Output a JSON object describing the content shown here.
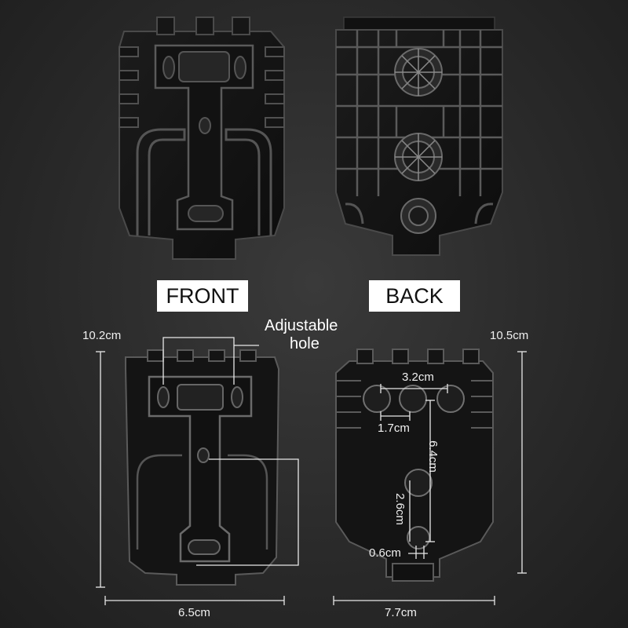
{
  "views": {
    "front_label": "FRONT",
    "back_label": "BACK"
  },
  "dimensions": {
    "front_height": "10.2cm",
    "front_width": "6.5cm",
    "back_height": "10.5cm",
    "back_width": "7.7cm",
    "hole_spacing": "3.2cm",
    "hole_offset": "1.7cm",
    "vertical_spacing": "6.4cm",
    "lower_spacing": "2.6cm",
    "bottom_offset": "0.6cm"
  },
  "annotation": {
    "line1": "Adjustable",
    "line2": "hole"
  },
  "colors": {
    "plate": "#151515",
    "plate_edge": "#5a5a5a",
    "background": "#2e2e2e",
    "guide": "#e8e8e8"
  }
}
